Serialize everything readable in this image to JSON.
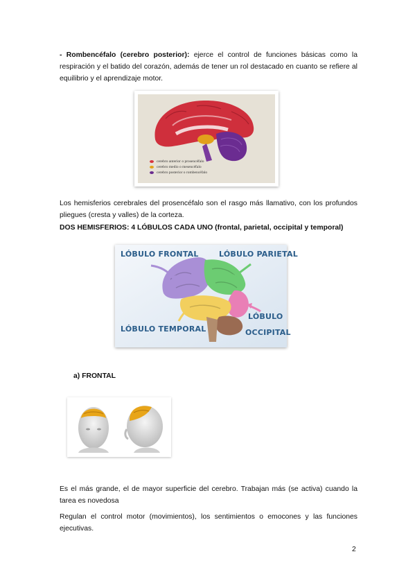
{
  "para1": {
    "bold": "- Rombencéfalo (cerebro posterior):",
    "text": " ejerce el control de funciones básicas como la respiración y el batido del corazón, además de tener un rol destacado en cuanto se refiere al equilibrio y el aprendizaje motor."
  },
  "figure1": {
    "legend": [
      {
        "text": "cerebro anterior o prosencéfalo",
        "color": "#d8343f"
      },
      {
        "text": "cerebro medio o mesencéfalo",
        "color": "#e3a21a"
      },
      {
        "text": "cerebro posterior o rombencéfalo",
        "color": "#6a2b8f"
      }
    ]
  },
  "para2": "Los hemisferios cerebrales del prosencéfalo son el rasgo más llamativo, con los profundos pliegues (cresta y valles) de la corteza.",
  "heading1": {
    "bold": "DOS HEMISFERIOS: 4 LÓBULOS CADA UNO",
    "rest": " (frontal, parietal, occipital y temporal)"
  },
  "figure2": {
    "labels": {
      "frontal": "LÓBULO FRONTAL",
      "parietal": "LÓBULO PARIETAL",
      "temporal": "LÓBULO TEMPORAL",
      "occipital_1": "LÓBULO",
      "occipital_2": "OCCIPITAL"
    }
  },
  "subheading": "a)   FRONTAL",
  "para3": "Es el más grande, el de mayor superficie del cerebro. Trabajan más (se activa) cuando la tarea es novedosa",
  "para4": "Regulan el control motor (movimientos), los sentimientos o emocones y las funciones ejecutivas.",
  "page_number": "2"
}
